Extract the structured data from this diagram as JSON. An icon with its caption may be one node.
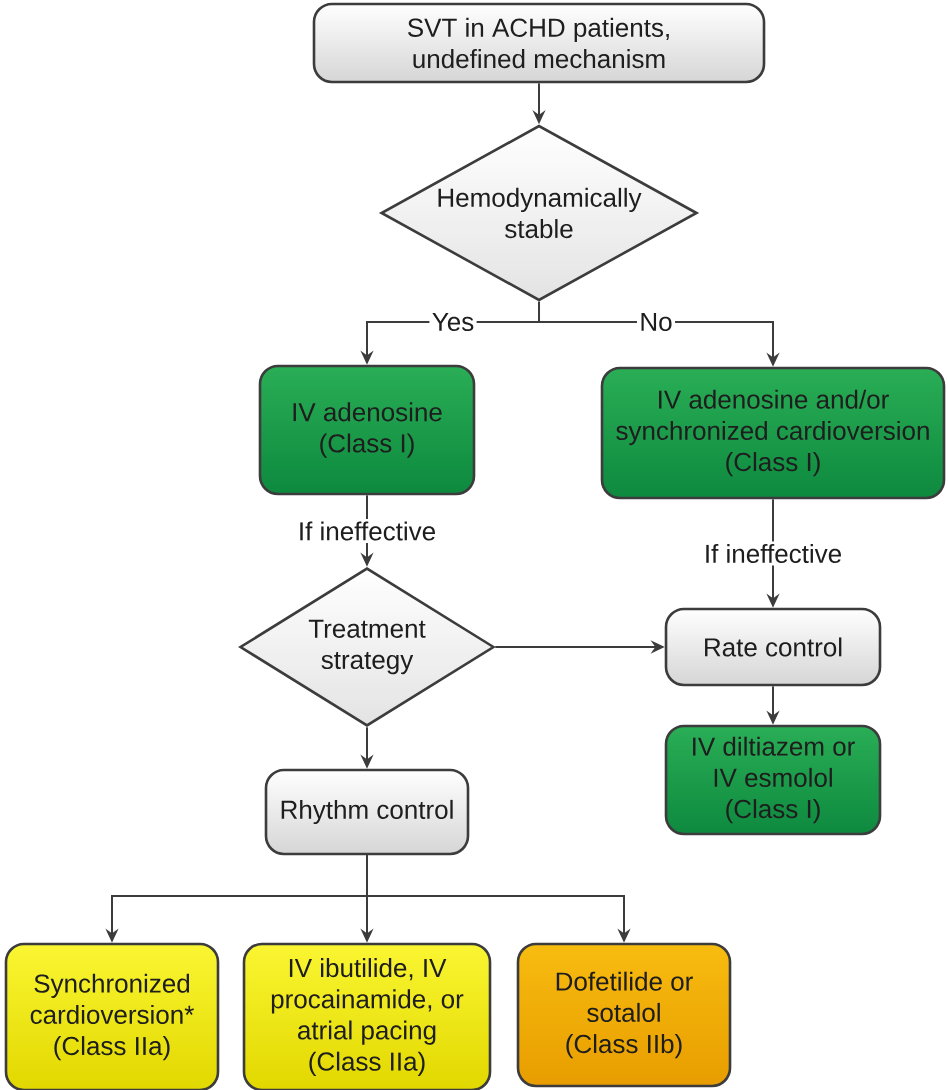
{
  "diagram": {
    "nodes": [
      {
        "text": [
          "SVT in ACHD patients, undefined mechanism"
        ]
      },
      {
        "text": [
          "Hemodynamically stable"
        ]
      },
      {
        "text": [
          "IV adenosine (Class I)"
        ]
      },
      {
        "text": [
          "IV adenosine and/or synchronized cardioversion (Class I)"
        ]
      },
      {
        "text": [
          "Treatment strategy"
        ]
      },
      {
        "text": [
          "Rate control"
        ]
      },
      {
        "text": [
          "IV diltiazem or IV esmolol (Class I)"
        ]
      },
      {
        "text": [
          "Rhythm control"
        ]
      },
      {
        "text": [
          "Synchronized cardioversion* (Class IIa)"
        ]
      },
      {
        "text": [
          "IV ibutilide, IV procainamide, or atrial pacing (Class IIa)"
        ]
      },
      {
        "text": [
          "Dofetilide or sotalol (Class IIb)"
        ]
      }
    ],
    "edges": [
      {
        "from": 0,
        "to": 1,
        "arrow": "to"
      },
      {
        "from": 1,
        "to": 2,
        "arrow": "to",
        "label": "Yes"
      },
      {
        "from": 1,
        "to": 3,
        "arrow": "to",
        "label": "No"
      },
      {
        "from": 2,
        "to": 4,
        "arrow": "to",
        "label": "If ineffective"
      },
      {
        "from": 3,
        "to": 5,
        "arrow": "to",
        "label": "If ineffective"
      },
      {
        "from": 4,
        "to": 5,
        "arrow": "to"
      },
      {
        "from": 5,
        "to": 6,
        "arrow": "to"
      },
      {
        "from": 4,
        "to": 7,
        "arrow": "to"
      },
      {
        "from": 7,
        "to": 8,
        "arrow": "to"
      },
      {
        "from": 7,
        "to": 9,
        "arrow": "to"
      },
      {
        "from": 7,
        "to": 10,
        "arrow": "to"
      }
    ]
  }
}
